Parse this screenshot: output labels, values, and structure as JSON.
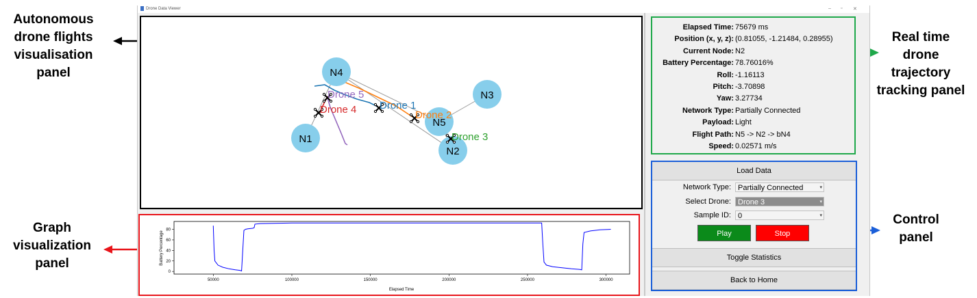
{
  "annotations": {
    "viz": [
      "Autonomous",
      "drone flights",
      "visualisation",
      "panel"
    ],
    "graph": [
      "Graph",
      "visualization",
      "panel"
    ],
    "tracking": [
      "Real time",
      "drone",
      "trajectory",
      "tracking panel"
    ],
    "control": [
      "Control",
      "panel"
    ]
  },
  "window": {
    "title": "Drone Data Viewer",
    "controls": [
      "–",
      "▫",
      "✕"
    ]
  },
  "visualization": {
    "nodes": [
      "N4",
      "N3",
      "N5",
      "N1",
      "N2"
    ],
    "drones": [
      {
        "label": "Drone 5",
        "color": "#9467bd"
      },
      {
        "label": "Drone 4",
        "color": "#d62728"
      },
      {
        "label": "Drone 1",
        "color": "#1f77b4"
      },
      {
        "label": "Drone 2",
        "color": "#ff7f0e"
      },
      {
        "label": "Drone 3",
        "color": "#2ca02c"
      }
    ],
    "node_color": "#87ceeb"
  },
  "info": {
    "rows": [
      {
        "key": "Elapsed Time:",
        "value": "75679 ms"
      },
      {
        "key": "Position (x, y, z):",
        "value": "(0.81055, -1.21484, 0.28955)"
      },
      {
        "key": "Current Node:",
        "value": "N2"
      },
      {
        "key": "Battery Percentage:",
        "value": "78.76016%"
      },
      {
        "key": "Roll:",
        "value": "-1.16113"
      },
      {
        "key": "Pitch:",
        "value": "-3.70898"
      },
      {
        "key": "Yaw:",
        "value": "3.27734"
      },
      {
        "key": "Network Type:",
        "value": "Partially Connected"
      },
      {
        "key": "Payload:",
        "value": "Light"
      },
      {
        "key": "Flight Path:",
        "value": "N5 -> N2 -> bN4"
      },
      {
        "key": "Speed:",
        "value": "0.02571 m/s"
      }
    ]
  },
  "controls": {
    "load_data": "Load Data",
    "network_type_label": "Network Type:",
    "network_type_value": "Partially Connected",
    "select_drone_label": "Select Drone:",
    "select_drone_value": "Drone 3",
    "sample_id_label": "Sample ID:",
    "sample_id_value": "0",
    "play": "Play",
    "stop": "Stop",
    "toggle_statistics": "Toggle Statistics",
    "back_to_home": "Back to Home",
    "play_color": "#0b8a1a",
    "stop_color": "#ff0000"
  },
  "chart_data": {
    "type": "line",
    "xlabel": "Elapsed Time",
    "ylabel": "Battery Percentage",
    "xlim": [
      25000,
      315000
    ],
    "ylim": [
      -5,
      95
    ],
    "xticks": [
      50000,
      100000,
      150000,
      200000,
      250000,
      300000
    ],
    "yticks": [
      0,
      20,
      40,
      60,
      80
    ],
    "series": [
      {
        "color": "#0000ff",
        "x": [
          50000,
          50500,
          51000,
          53000,
          56000,
          60000,
          64000,
          67000,
          68000,
          68800,
          69500,
          70500,
          72000,
          75000,
          76000,
          76500,
          80000,
          100000,
          150000,
          200000,
          240000,
          259000,
          259800,
          260500,
          262000,
          266000,
          272000,
          278000,
          283000,
          284500,
          285200,
          286000,
          290000,
          296000,
          303000
        ],
        "y": [
          87,
          40,
          20,
          12,
          8,
          5,
          3,
          2,
          1,
          42,
          78,
          80,
          81,
          82,
          83,
          90,
          91,
          92,
          92,
          92,
          92,
          92,
          50,
          18,
          12,
          9,
          7,
          5,
          4,
          3,
          52,
          74,
          77,
          79,
          80
        ]
      }
    ]
  }
}
